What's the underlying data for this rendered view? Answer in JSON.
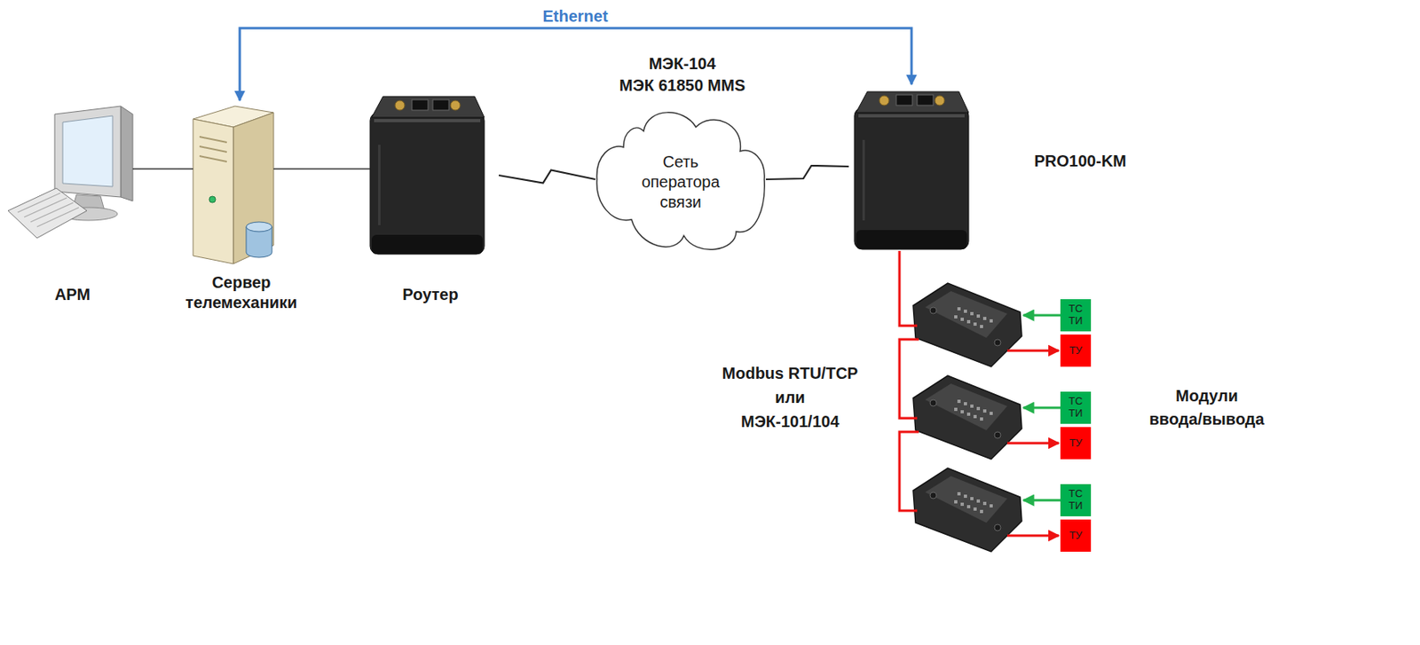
{
  "diagram": {
    "nodes": [
      {
        "text": [
          "АРМ"
        ]
      },
      {
        "text": [
          "Сервер телемеханики"
        ]
      },
      {
        "text": [
          "Роутер"
        ]
      },
      {
        "text": [
          "Сеть оператора связи"
        ]
      },
      {
        "text": [
          "PRO100-KM"
        ]
      },
      {
        "text": [
          "ТС ТИ"
        ]
      },
      {
        "text": [
          "ТУ"
        ]
      },
      {
        "text": [
          "ТС ТИ"
        ]
      },
      {
        "text": [
          "ТУ"
        ]
      },
      {
        "text": [
          "ТС ТИ"
        ]
      },
      {
        "text": [
          "ТУ"
        ]
      }
    ],
    "edges": [
      {
        "from": 0,
        "to": 1,
        "arrow": "none"
      },
      {
        "from": 1,
        "to": 2,
        "arrow": "none"
      },
      {
        "from": 2,
        "to": 3,
        "arrow": "none"
      },
      {
        "from": 3,
        "to": 4,
        "arrow": "none"
      },
      {
        "from": 4,
        "to": 1,
        "label": "Ethernet",
        "arrow": "both"
      }
    ],
    "labels": [
      "МЭК-104",
      "МЭК 61850 MMS",
      "Modbus RTU/TCP",
      "или",
      "МЭК-101/104",
      "Модули",
      "ввода/вывода"
    ]
  }
}
